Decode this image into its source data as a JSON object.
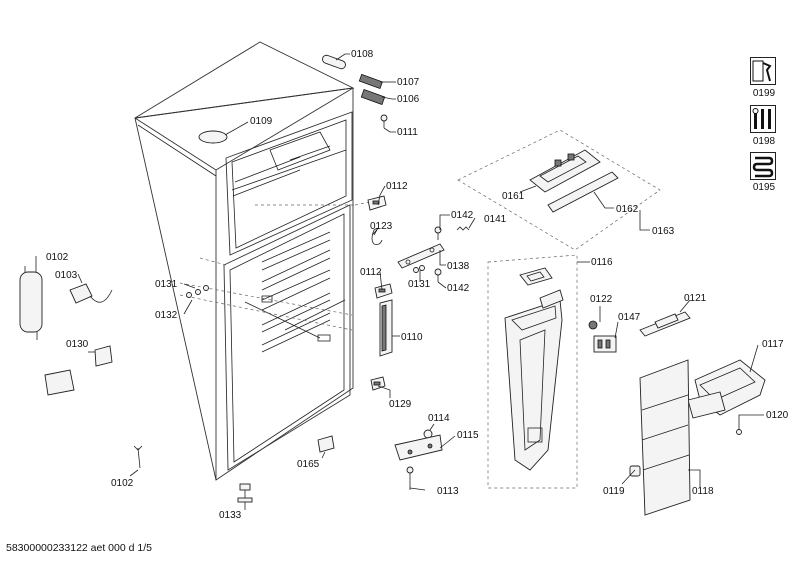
{
  "labels": {
    "l0108": "0108",
    "l0107": "0107",
    "l0106": "0106",
    "l0111": "0111",
    "l0109": "0109",
    "l0112a": "0112",
    "l0123": "0123",
    "l0112b": "0112",
    "l0142a": "0142",
    "l0141": "0141",
    "l0138": "0138",
    "l0131b": "0131",
    "l0142b": "0142",
    "l0116": "0116",
    "l0161": "0161",
    "l0162": "0162",
    "l0163": "0163",
    "l0102a": "0102",
    "l0103": "0103",
    "l0131a": "0131",
    "l0132": "0132",
    "l0130": "0130",
    "l0110": "0110",
    "l0129": "0129",
    "l0114": "0114",
    "l0115": "0115",
    "l0113": "0113",
    "l0165": "0165",
    "l0102b": "0102",
    "l0133": "0133",
    "l0122": "0122",
    "l0147": "0147",
    "l0121": "0121",
    "l0117": "0117",
    "l0120": "0120",
    "l0119": "0119",
    "l0118": "0118"
  },
  "side_icons": [
    {
      "name": "service-manual-icon",
      "code": "0199"
    },
    {
      "name": "tools-icon",
      "code": "0198"
    },
    {
      "name": "heating-element-icon",
      "code": "0195"
    }
  ],
  "footer": "58300000233122 aet 000 d 1/5"
}
